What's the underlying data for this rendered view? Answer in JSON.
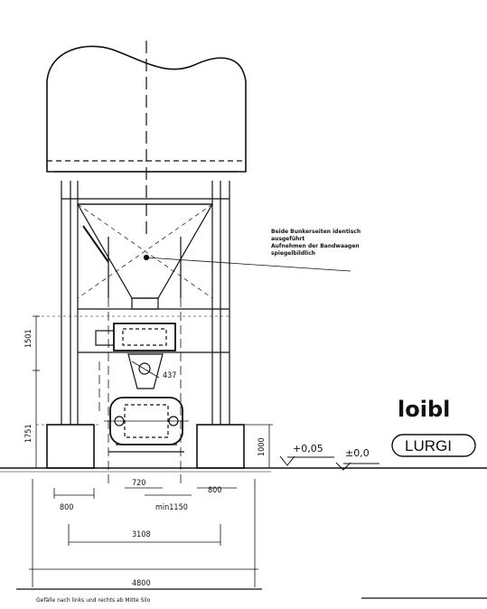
{
  "note": {
    "line1": "Beide Bunkerseiten identisch",
    "line2": "ausgeführt",
    "line3": "Aufnehmen der Bandwaagen",
    "line4": "spiegelbildlich"
  },
  "brand": {
    "loibl": "loibl",
    "lurgi": "LURGI"
  },
  "levels": {
    "plus": "+0,05",
    "zero": "±0,0"
  },
  "dimensions": {
    "v1501": "1501",
    "v1751": "1751",
    "v1000": "1000",
    "d437": "437",
    "d720": "720",
    "d800_left": "800",
    "min1150": "min1150",
    "d800_right": "800",
    "d3108": "3108",
    "d4800": "4800"
  },
  "footer": {
    "text": "Gefälle nach links und rechts ab Mitte Silo"
  }
}
